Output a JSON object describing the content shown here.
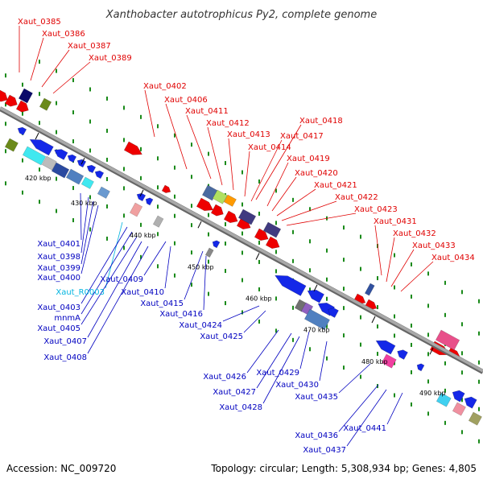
{
  "title": "Xanthobacter autotrophicus Py2, complete genome",
  "accession": "Accession: NC_009720",
  "topology": "Topology: circular; Length: 5,308,934 bp; Genes: 4,805",
  "colors": {
    "forward_label": "#e00000",
    "reverse_label": "#0000c0",
    "rna_label": "#00b4e0",
    "tick": "#1a8a1a",
    "backbone": "#8c8c8c"
  },
  "ticks": [
    "420 kbp",
    "430 kbp",
    "440 kbp",
    "450 kbp",
    "460 kbp",
    "470 kbp",
    "480 kbp",
    "490 kbp"
  ],
  "forward_labels": [
    "Xaut_0385",
    "Xaut_0386",
    "Xaut_0387",
    "Xaut_0389",
    "Xaut_0402",
    "Xaut_0406",
    "Xaut_0411",
    "Xaut_0412",
    "Xaut_0413",
    "Xaut_0414",
    "Xaut_0418",
    "Xaut_0417",
    "Xaut_0419",
    "Xaut_0420",
    "Xaut_0421",
    "Xaut_0422",
    "Xaut_0423",
    "Xaut_0431",
    "Xaut_0432",
    "Xaut_0433",
    "Xaut_0434"
  ],
  "reverse_labels": [
    "Xaut_0401",
    "Xaut_0398",
    "Xaut_0399",
    "Xaut_0400",
    "Xaut_R0003",
    "Xaut_0403",
    "mnmA",
    "Xaut_0405",
    "Xaut_0407",
    "Xaut_0408",
    "Xaut_0409",
    "Xaut_0410",
    "Xaut_0415",
    "Xaut_0416",
    "Xaut_0424",
    "Xaut_0425",
    "Xaut_0426",
    "Xaut_0427",
    "Xaut_0428",
    "Xaut_0429",
    "Xaut_0430",
    "Xaut_0435",
    "Xaut_0436",
    "Xaut_0437",
    "Xaut_0441"
  ]
}
